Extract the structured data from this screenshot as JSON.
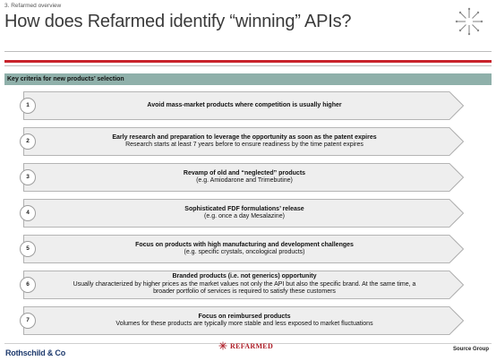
{
  "header": {
    "section_label": "3. Refarmed overview",
    "title": "How does Refarmed identify “winning” APIs?"
  },
  "criteria_bar": {
    "label": "Key criteria for new products’ selection"
  },
  "rows": [
    {
      "num": "1",
      "lines": [
        "Avoid mass-market products where competition is usually higher"
      ]
    },
    {
      "num": "2",
      "lines": [
        "Early research and preparation to leverage the opportunity as soon as the patent expires",
        "Research starts at least 7 years before to ensure readiness by the time patent expires"
      ]
    },
    {
      "num": "3",
      "lines": [
        "Revamp of old and “neglected” products",
        "(e.g. Amiodarone and Trimebutine)"
      ]
    },
    {
      "num": "4",
      "lines": [
        "Sophisticated FDF formulations’ release",
        "(e.g. once a day Mesalazine)"
      ]
    },
    {
      "num": "5",
      "lines": [
        "Focus on products with high manufacturing and development challenges",
        "(e.g. specific crystals, oncological products)"
      ]
    },
    {
      "num": "6",
      "lines": [
        "Branded products (i.e. not generics) opportunity",
        "Usually characterized by higher prices as the market values not only the API but also the specific brand. At the same time, a",
        "broader portfolio of services is required to satisfy these customers"
      ]
    },
    {
      "num": "7",
      "lines": [
        "Focus on reimbursed products",
        "Volumes for these products are typically more stable and less exposed to market fluctuations"
      ]
    }
  ],
  "footer": {
    "left_brand": "Rothschild & Co",
    "center_brand": "REFARMED",
    "right_text": "Source Group"
  },
  "colors": {
    "accent_red": "#c8232c",
    "criteria_bar": "#8fb0aa",
    "row_fill": "#eeeeee",
    "row_stroke": "#a0a0a0",
    "footer_brand_blue": "#1f3b6e"
  },
  "icons": {
    "top_right": "starburst-logo-icon",
    "footer_center": "refarmed-star-icon"
  }
}
